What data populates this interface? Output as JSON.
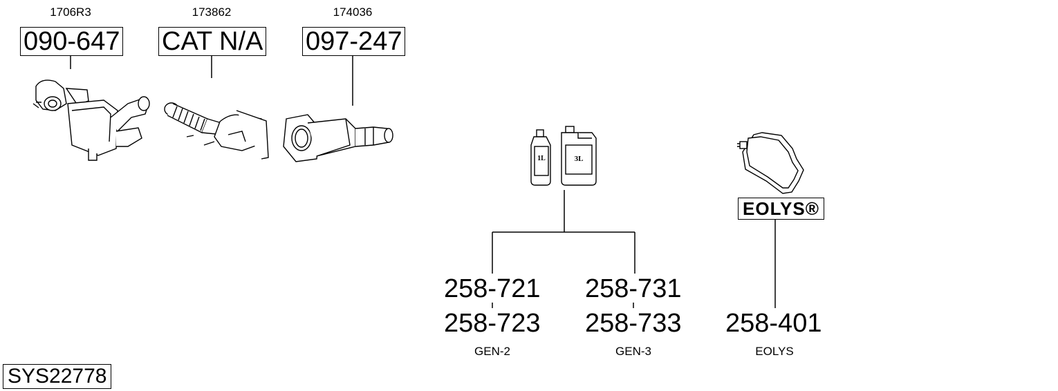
{
  "parts": [
    {
      "ref": "1706R3",
      "code": "090-647",
      "icon": "catalytic-converter-icon"
    },
    {
      "ref": "173862",
      "code": "CAT N/A",
      "icon": "flex-pipe-catalyst-icon"
    },
    {
      "ref": "174036",
      "code": "097-247",
      "icon": "particulate-filter-icon"
    }
  ],
  "fluids": {
    "bottle_small": "1L",
    "bottle_large": "3L",
    "groups": [
      {
        "codes": [
          "258-721",
          "258-723"
        ],
        "label": "GEN-2"
      },
      {
        "codes": [
          "258-731",
          "258-733"
        ],
        "label": "GEN-3"
      }
    ]
  },
  "eolys": {
    "brand": "EOLYS®",
    "code": "258-401",
    "label": "EOLYS",
    "icon": "eolys-tank-icon"
  },
  "system_id": "SYS22778"
}
